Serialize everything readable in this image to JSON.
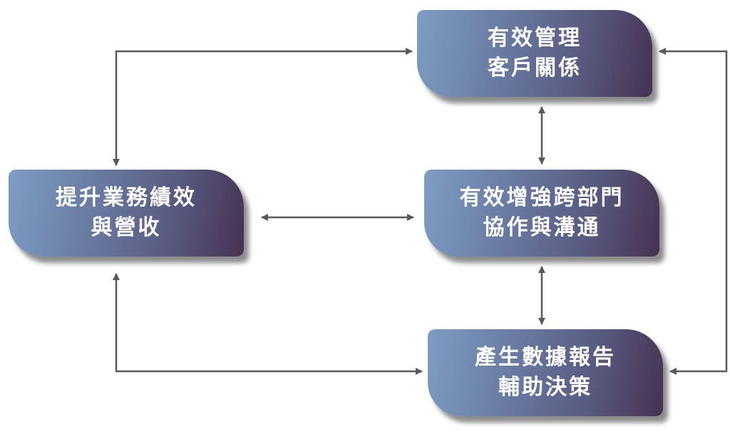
{
  "nodes": {
    "crm": {
      "line1": "有效管理",
      "line2": "客戶關係"
    },
    "performance": {
      "line1": "提升業務績效",
      "line2": "與營收"
    },
    "cross_dept": {
      "line1": "有效增強跨部門",
      "line2": "協作與溝通"
    },
    "reporting": {
      "line1": "產生數據報告",
      "line2": "輔助決策"
    }
  },
  "colors": {
    "arrow": "#595959",
    "node_gradient_start": "#7d9dc3",
    "node_gradient_end": "#463252",
    "node_text": "#ffffff"
  }
}
